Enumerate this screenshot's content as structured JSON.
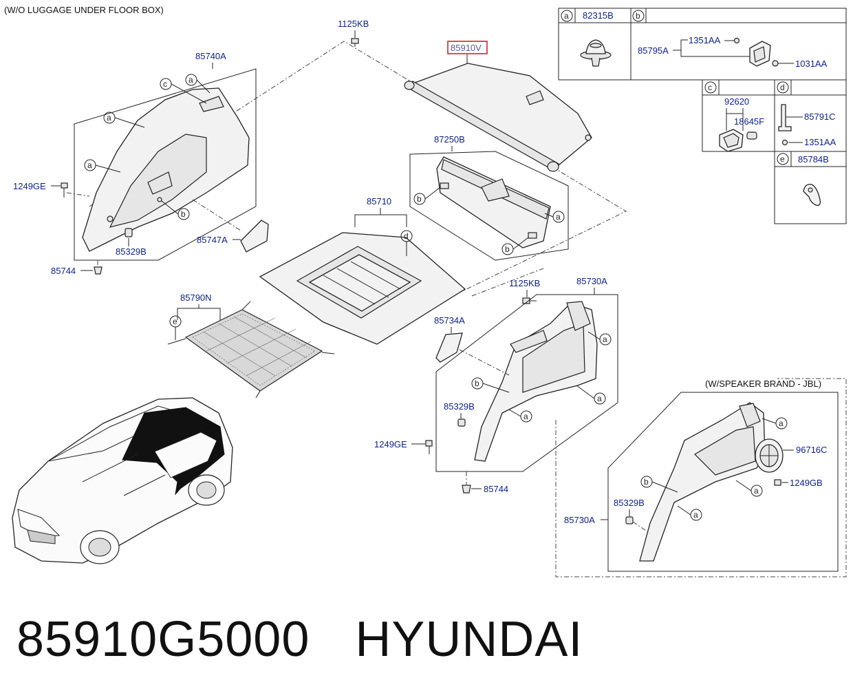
{
  "notes": {
    "top_left": "(W/O LUGGAGE UNDER FLOOR BOX)",
    "jbl": "(W/SPEAKER BRAND - JBL)"
  },
  "highlight_part": "85910V",
  "parts": {
    "p85740A": "85740A",
    "p1125KB_top": "1125KB",
    "p85910V": "85910V",
    "p87250B": "87250B",
    "p1249GE_left": "1249GE",
    "p85329B_left": "85329B",
    "p85747A": "85747A",
    "p85744_left": "85744",
    "p85710": "85710",
    "p85790N": "85790N",
    "p1125KB_mid": "1125KB",
    "p85730A": "85730A",
    "p85734A": "85734A",
    "p85329B_mid": "85329B",
    "p1249GE_mid": "1249GE",
    "p85744_mid": "85744",
    "p85329B_jbl": "85329B",
    "p85730A_jbl": "85730A",
    "p96716C": "96716C",
    "p1249GB": "1249GB"
  },
  "legend": {
    "a": {
      "letter": "a",
      "part": "82315B"
    },
    "b": {
      "letter": "b",
      "parts": [
        "85795A",
        "1351AA",
        "1031AA"
      ]
    },
    "c": {
      "letter": "c",
      "parts": [
        "92620",
        "18645F"
      ]
    },
    "d": {
      "letter": "d",
      "parts": [
        "85791C",
        "1351AA"
      ]
    },
    "e": {
      "letter": "e",
      "part": "85784B"
    }
  },
  "callout_letters": {
    "a": "a",
    "b": "b",
    "c": "c",
    "d": "d",
    "e": "e"
  },
  "caption": {
    "part_number": "85910G5000",
    "brand": "HYUNDAI"
  },
  "colors": {
    "label": "#0b1f8f",
    "highlight": "#e02020",
    "line": "#222222"
  }
}
